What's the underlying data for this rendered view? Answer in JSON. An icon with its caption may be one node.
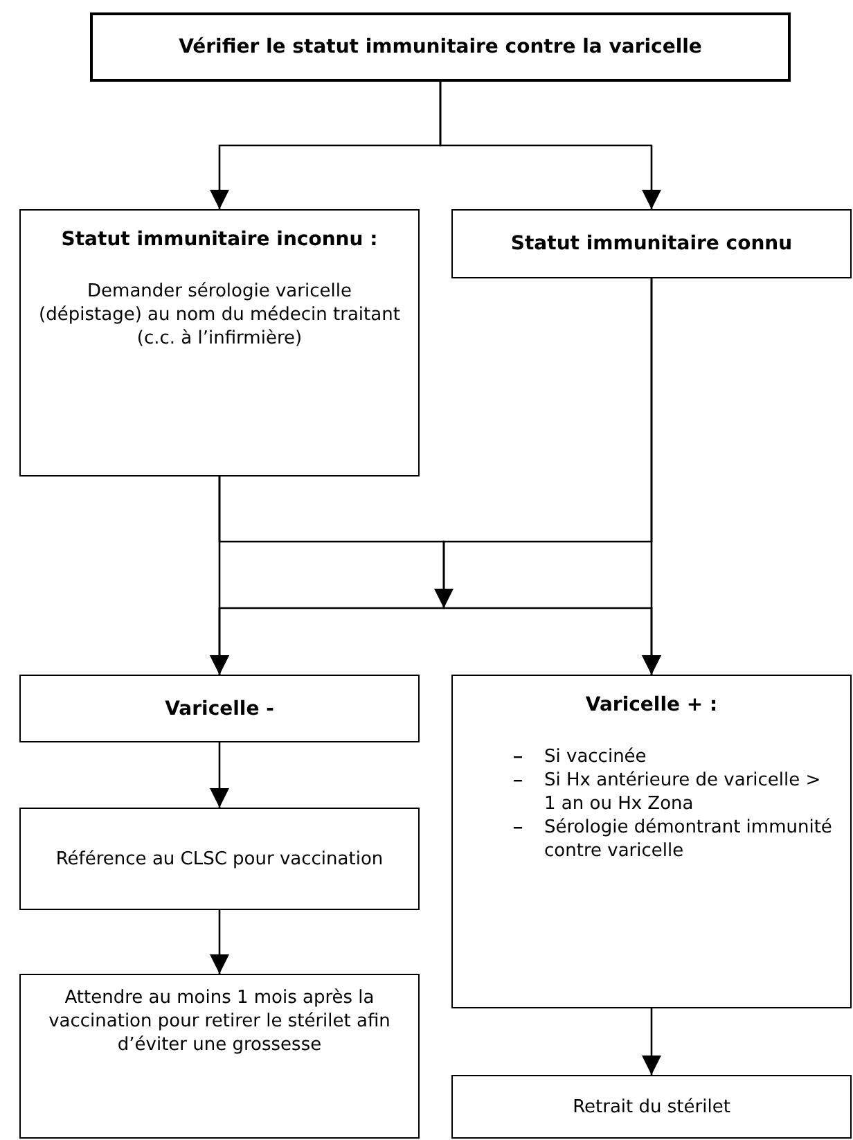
{
  "diagram": {
    "nodes": [
      {
        "text": [
          "Vérifier le statut immunitaire contre la varicelle"
        ]
      },
      {
        "text": [
          "Statut immunitaire inconnu :",
          "Demander sérologie varicelle (dépistage) au nom du médecin traitant (c.c. à l’infirmière)"
        ]
      },
      {
        "text": [
          "Statut immunitaire connu"
        ]
      },
      {
        "text": [
          "Varicelle -"
        ]
      },
      {
        "text": [
          "Varicelle + :",
          "Si vaccinée",
          "Si Hx antérieure de varicelle > 1 an ou Hx Zona",
          "Sérologie démontrant immunité contre varicelle"
        ]
      },
      {
        "text": [
          "Référence au CLSC pour vaccination"
        ]
      },
      {
        "text": [
          "Attendre au moins 1 mois après la vaccination pour retirer le stérilet afin d’éviter une grossesse"
        ]
      },
      {
        "text": [
          "Retrait du stérilet"
        ]
      }
    ],
    "edges": [
      {
        "from": 0,
        "to": 1,
        "arrow": "to"
      },
      {
        "from": 0,
        "to": 2,
        "arrow": "to"
      },
      {
        "from": 1,
        "to": 3,
        "arrow": "to"
      },
      {
        "from": 1,
        "to": 4,
        "arrow": "to"
      },
      {
        "from": 2,
        "to": 3,
        "arrow": "to"
      },
      {
        "from": 2,
        "to": 4,
        "arrow": "to"
      },
      {
        "from": 3,
        "to": 5,
        "arrow": "to"
      },
      {
        "from": 5,
        "to": 6,
        "arrow": "to"
      },
      {
        "from": 4,
        "to": 7,
        "arrow": "to"
      }
    ]
  }
}
